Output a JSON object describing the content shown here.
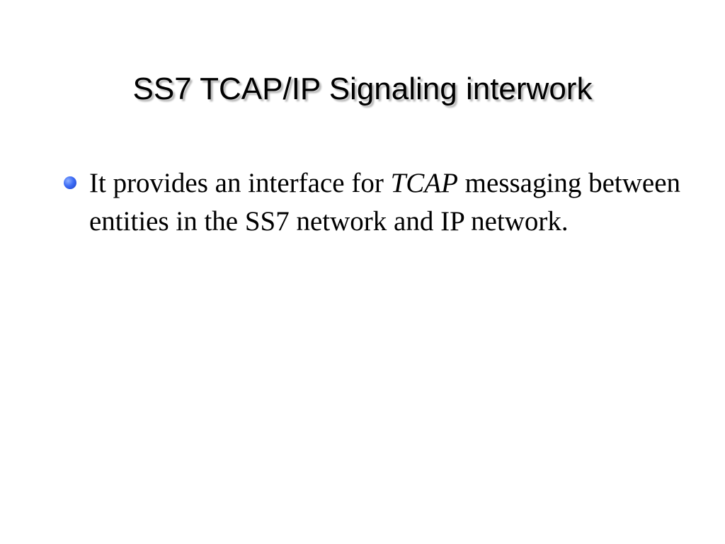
{
  "slide": {
    "title": "SS7 TCAP/IP Signaling interwork",
    "bullets": [
      {
        "text_before": "It provides an interface for ",
        "emphasis": "TCAP",
        "text_after": " messaging between entities in the SS7 network and IP network."
      }
    ],
    "bullet_color": "#3d6cf5"
  }
}
